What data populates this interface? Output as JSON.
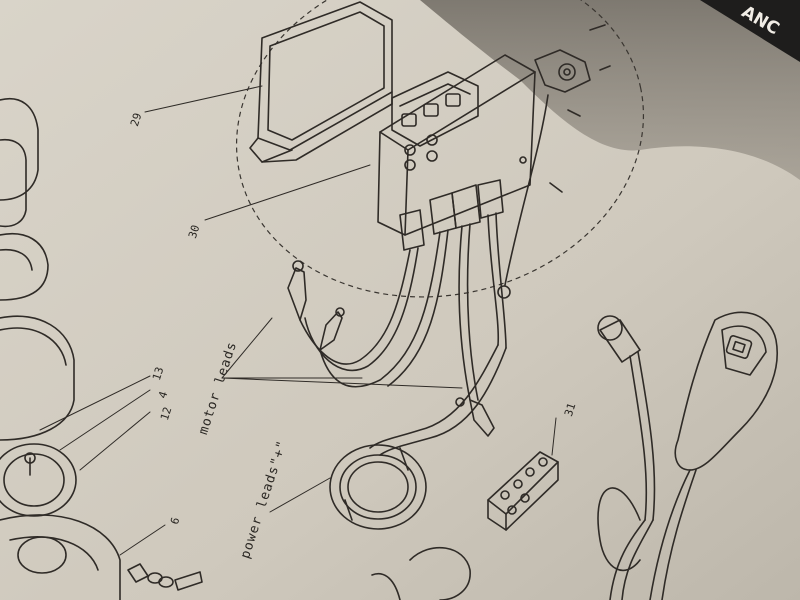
{
  "labels": {
    "part_29": "29",
    "part_30": "30",
    "part_31": "31",
    "part_13": "13",
    "part_4": "4",
    "part_12": "12",
    "part_6": "6",
    "motor_leads": "motor leads",
    "power_leads": "power leads\"+\"",
    "banner_fragment": "ANC"
  },
  "colors": {
    "paper": "#d8d3c8",
    "ink": "#2f2b27",
    "shadow": "#8d877d",
    "banner": "#1e1d1c"
  }
}
